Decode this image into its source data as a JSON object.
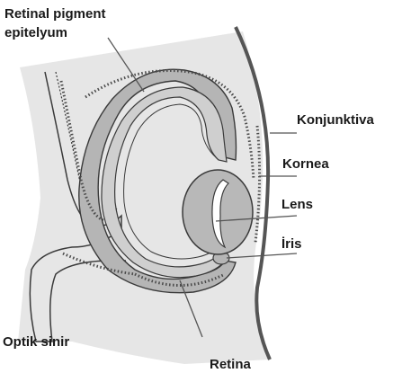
{
  "labels": {
    "retinal_pigment_line1": "Retinal pigment",
    "retinal_pigment_line2": "epitelyum",
    "konjunktiva": "Konjunktiva",
    "kornea": "Kornea",
    "lens": "Lens",
    "iris": "İris",
    "optik_sinir": "Optik sinir",
    "retina": "Retina"
  },
  "colors": {
    "background_tissue": "#e6e6e6",
    "layer_gray": "#b5b5b5",
    "outline": "#3a3a3a",
    "surface_dark": "#555555",
    "lens_fill": "#b8b8b8",
    "label_text": "#1a1a1a"
  }
}
